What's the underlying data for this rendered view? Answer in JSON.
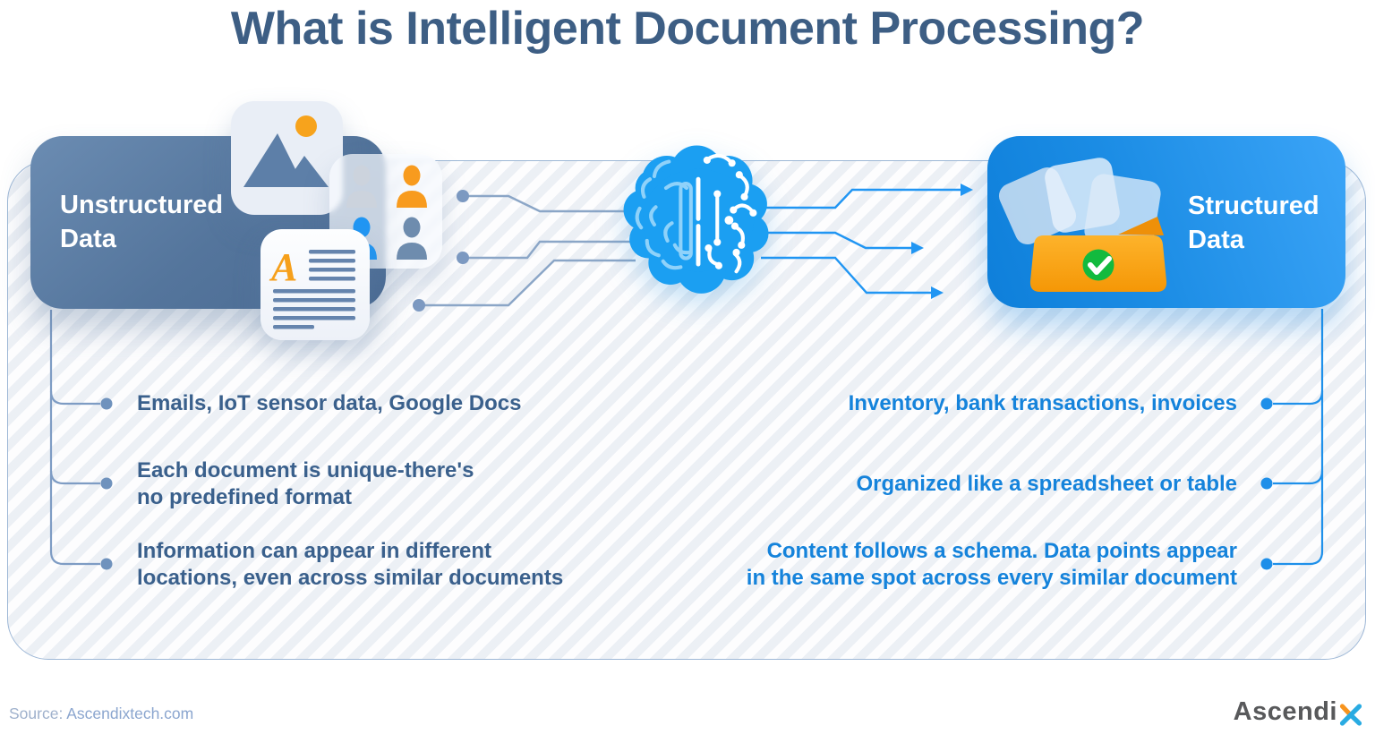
{
  "title": "What is Intelligent Document Processing?",
  "unstructured": {
    "label": "Unstructured\nData",
    "bullets": [
      "Emails, IoT sensor data, Google Docs",
      "Each document is unique-there's\nno predefined format",
      "Information can appear in different\nlocations, even across similar documents"
    ]
  },
  "structured": {
    "label": "Structured\nData",
    "bullets": [
      "Inventory, bank transactions, invoices",
      "Organized like a spreadsheet or table",
      "Content follows a schema. Data points appear\nin the same spot across every similar document"
    ]
  },
  "footer": {
    "source_label": "Source:",
    "source_value": "Ascendixtech.com",
    "brand_text": "Ascendi"
  },
  "icons": {
    "image_card": "photo-image-icon",
    "people_card": "users-icon",
    "document_card": "text-document-icon",
    "brain": "ai-brain-icon",
    "folder": "folder-check-icon",
    "logo_x": "brand-x-icon"
  },
  "colors": {
    "title": "#3d5e84",
    "unstructured_accent": "#7e9cc4",
    "structured_accent": "#1e90ea",
    "orange": "#f7a31c",
    "green": "#12ba3e",
    "box_left_gradient": [
      "#6b8cb2",
      "#4a6a92"
    ],
    "box_right_gradient": [
      "#3ba4f7",
      "#0e7fda"
    ]
  }
}
